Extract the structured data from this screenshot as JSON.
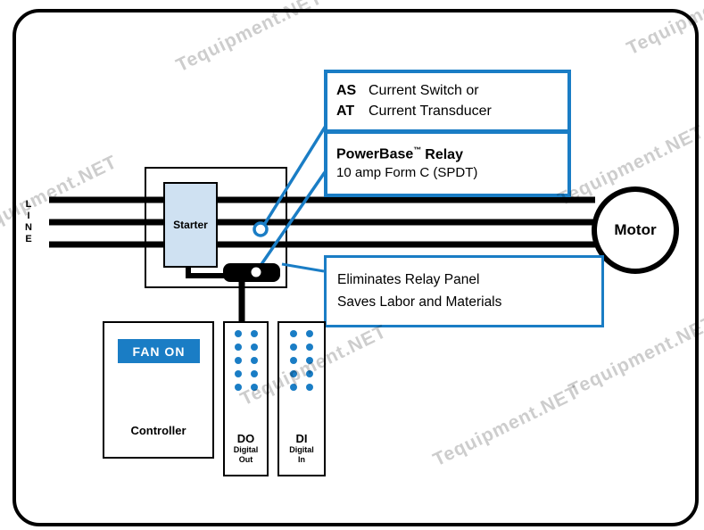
{
  "watermark": {
    "text": "Tequipment.NET"
  },
  "colors": {
    "accent_blue": "#1a7dc5",
    "starter_fill": "#cfe1f2",
    "diagram_black": "#000000",
    "watermark_gray": "#c4c4c4"
  },
  "diagram": {
    "line_label": "LINE",
    "starter_label": "Starter",
    "motor_label": "Motor"
  },
  "callouts": {
    "sensor": {
      "row1_term": "AS",
      "row1_text": "Current Switch or",
      "row2_term": "AT",
      "row2_text": "Current Transducer"
    },
    "relay": {
      "brand": "PowerBase",
      "trademark": "™",
      "title_rest": "Relay",
      "subtitle": "10 amp Form C (SPDT)"
    },
    "benefit": {
      "line1": "Eliminates Relay Panel",
      "line2": "Saves Labor and Materials"
    }
  },
  "controller": {
    "badge": "FAN ON",
    "label": "Controller"
  },
  "io_modules": {
    "do": {
      "abbr": "DO",
      "label_line1": "Digital",
      "label_line2": "Out"
    },
    "di": {
      "abbr": "DI",
      "label_line1": "Digital",
      "label_line2": "In"
    }
  }
}
